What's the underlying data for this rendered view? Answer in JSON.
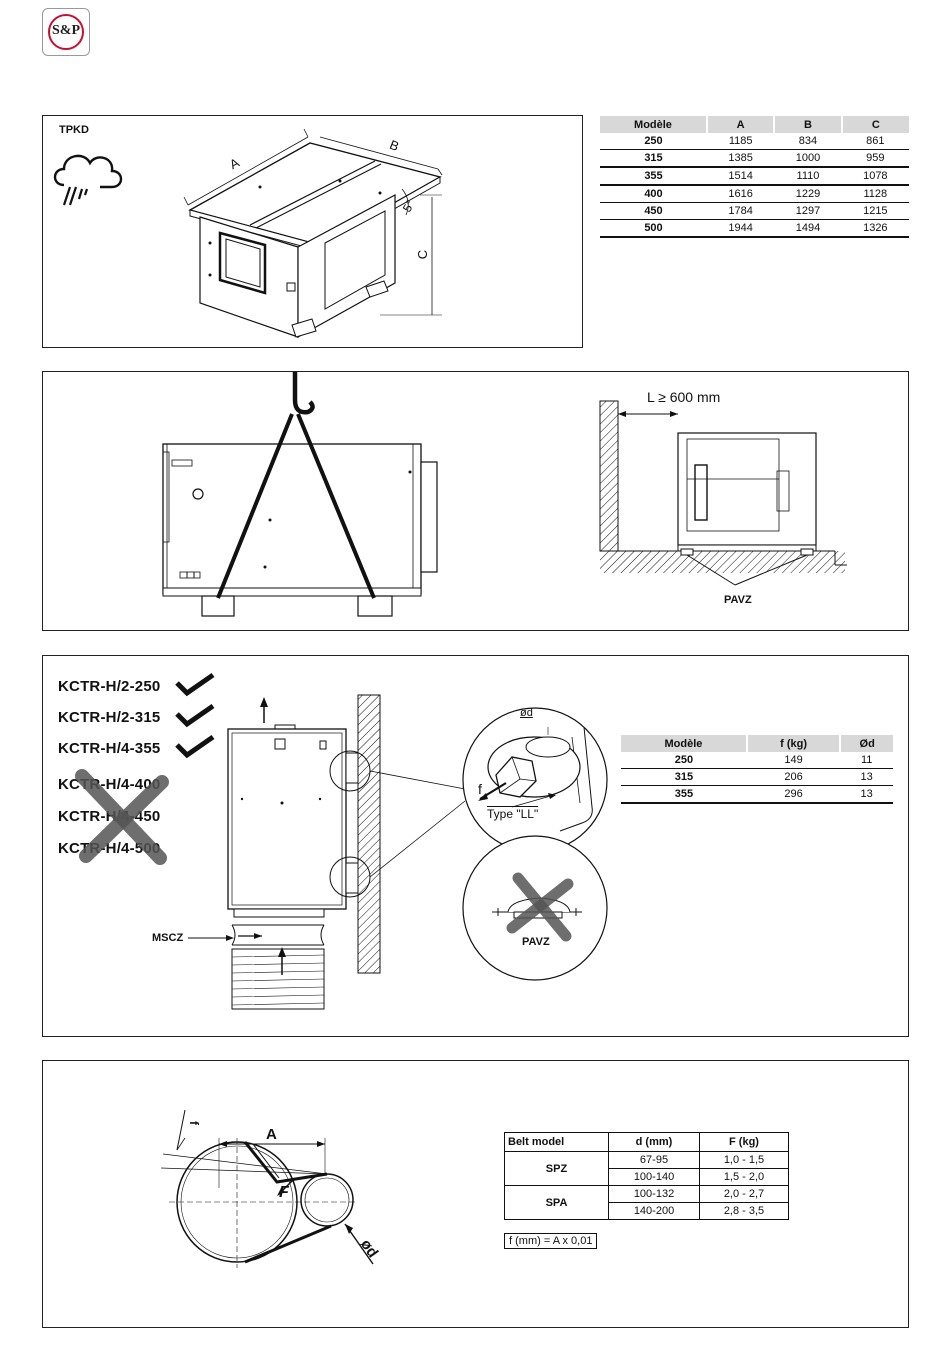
{
  "brand": {
    "logo_text": "S&P"
  },
  "panel1": {
    "product_label": "TPKD",
    "drawing_labels": {
      "a": "A",
      "b": "B",
      "c": "C",
      "angle": "5°"
    },
    "table": {
      "headers": [
        "Modèle",
        "A",
        "B",
        "C"
      ],
      "rows": [
        [
          "250",
          "1185",
          "834",
          "861"
        ],
        [
          "315",
          "1385",
          "1000",
          "959"
        ],
        [
          "355",
          "1514",
          "1110",
          "1078"
        ],
        [
          "400",
          "1616",
          "1229",
          "1128"
        ],
        [
          "450",
          "1784",
          "1297",
          "1215"
        ],
        [
          "500",
          "1944",
          "1494",
          "1326"
        ]
      ]
    }
  },
  "panel2": {
    "clearance_label": "L ≥ 600 mm",
    "support_label": "PAVZ"
  },
  "panel3": {
    "models_ok": [
      "KCTR-H/2-250",
      "KCTR-H/2-315",
      "KCTR-H/4-355"
    ],
    "models_excluded": [
      "KCTR-H/4-400",
      "KCTR-H/4-450",
      "KCTR-H/4-500"
    ],
    "connector_label": "MSCZ",
    "detail_labels": {
      "diameter": "ød",
      "force": "f",
      "type": "Type \"LL\"",
      "support": "PAVZ"
    },
    "table": {
      "headers": [
        "Modèle",
        "f (kg)",
        "Ød"
      ],
      "rows": [
        [
          "250",
          "149",
          "11"
        ],
        [
          "315",
          "206",
          "13"
        ],
        [
          "355",
          "296",
          "13"
        ]
      ]
    }
  },
  "panel4": {
    "drawing_labels": {
      "a": "A",
      "f": "F",
      "diameter": "ød",
      "small_f": "f"
    },
    "table": {
      "headers": [
        "Belt model",
        "d (mm)",
        "F (kg)"
      ],
      "groups": [
        {
          "model": "SPZ",
          "rows": [
            [
              "67-95",
              "1,0 - 1,5"
            ],
            [
              "100-140",
              "1,5 - 2,0"
            ]
          ]
        },
        {
          "model": "SPA",
          "rows": [
            [
              "100-132",
              "2,0 - 2,7"
            ],
            [
              "140-200",
              "2,8 - 3,5"
            ]
          ]
        }
      ]
    },
    "formula": "f (mm) = A x 0,01"
  }
}
